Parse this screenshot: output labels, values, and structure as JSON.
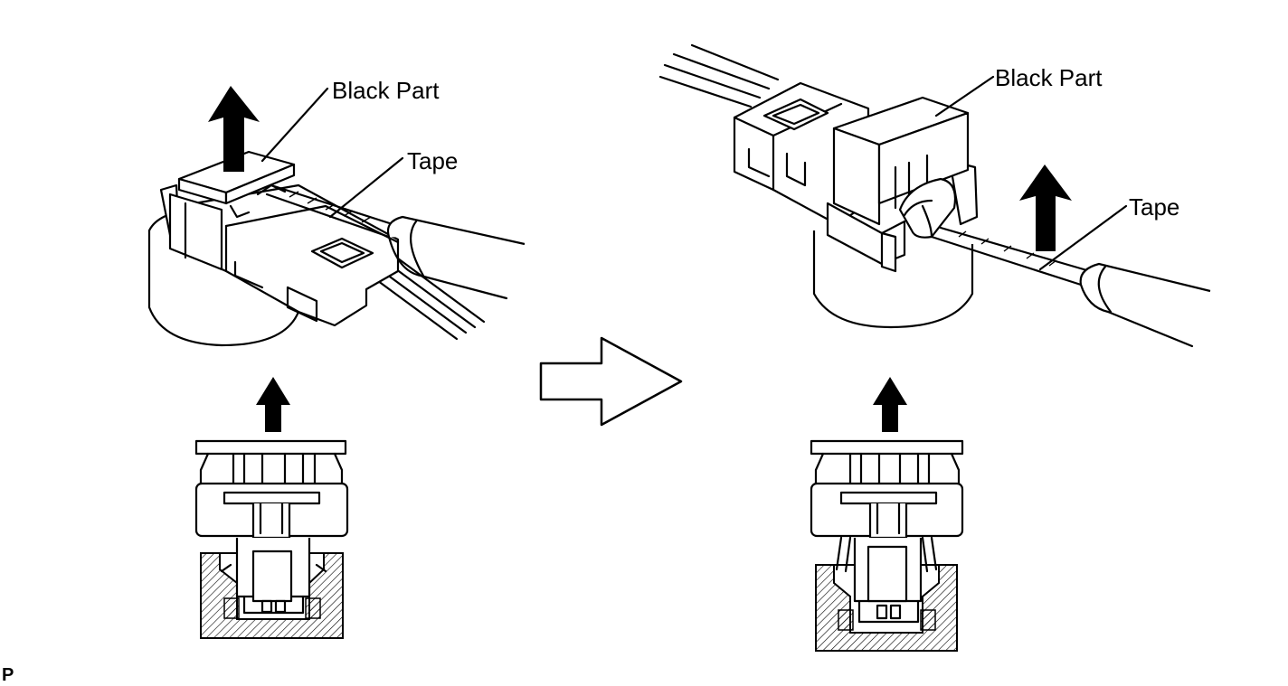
{
  "labels": {
    "left_black_part": "Black Part",
    "left_tape": "Tape",
    "right_black_part": "Black Part",
    "right_tape": "Tape",
    "corner": "P"
  },
  "colors": {
    "line": "#000000",
    "background": "#ffffff"
  }
}
